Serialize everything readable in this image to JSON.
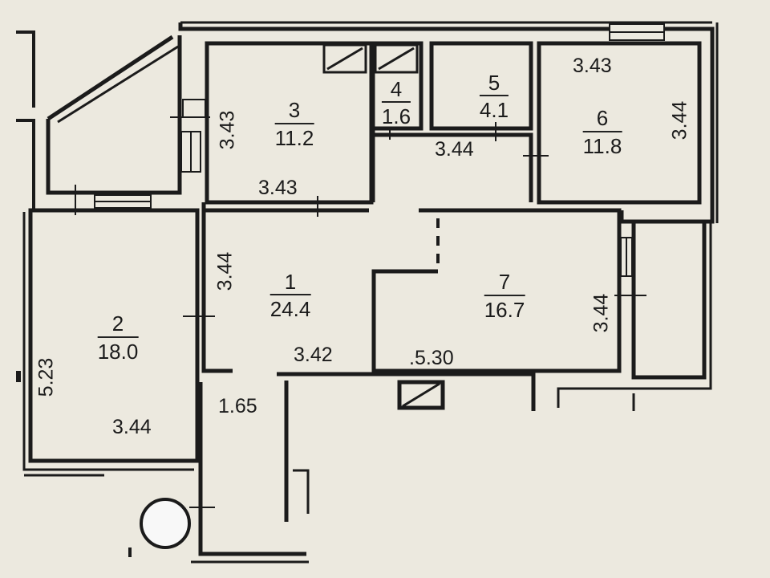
{
  "rooms": [
    {
      "number": "1",
      "area": "24.4"
    },
    {
      "number": "2",
      "area": "18.0"
    },
    {
      "number": "3",
      "area": "11.2"
    },
    {
      "number": "4",
      "area": "1.6"
    },
    {
      "number": "5",
      "area": "4.1"
    },
    {
      "number": "6",
      "area": "11.8"
    },
    {
      "number": "7",
      "area": "16.7"
    }
  ],
  "dimensions": {
    "r3_height": "3.43",
    "r3_width": "3.43",
    "r6_width": "3.43",
    "r6_height": "3.44",
    "corridor_width": "3.44",
    "r1_height": "3.44",
    "r1_width": "3.42",
    "hall_width": "1.65",
    "r2_height": "5.23",
    "r2_width": "3.44",
    "r7_width": ".5.30",
    "r7_height": "3.44"
  },
  "colors": {
    "paper": "#ece9df",
    "wall": "#1b1b1b"
  }
}
